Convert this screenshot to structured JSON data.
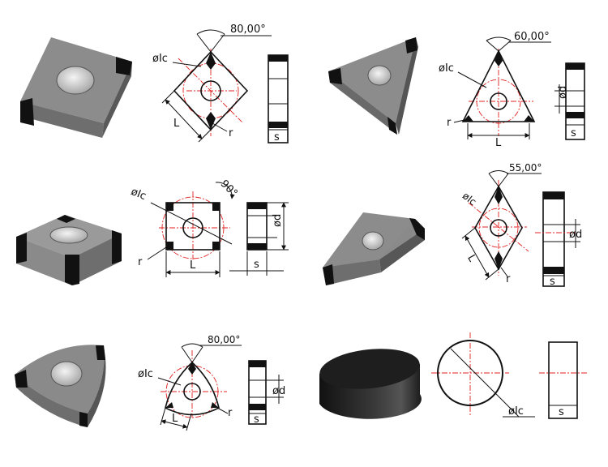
{
  "labels": {
    "ic": "øIc",
    "d": "ød",
    "r": "r",
    "L": "L",
    "s": "s",
    "angle_80": "80,00°",
    "angle_60": "60,00°",
    "angle_90": "90°",
    "angle_55": "55,00°"
  },
  "colors": {
    "outline": "#111111",
    "centerline": "#e02020",
    "insert_face": "#8a8a8a",
    "insert_side": "#6a6a6a",
    "pcd_tip": "#111111"
  }
}
